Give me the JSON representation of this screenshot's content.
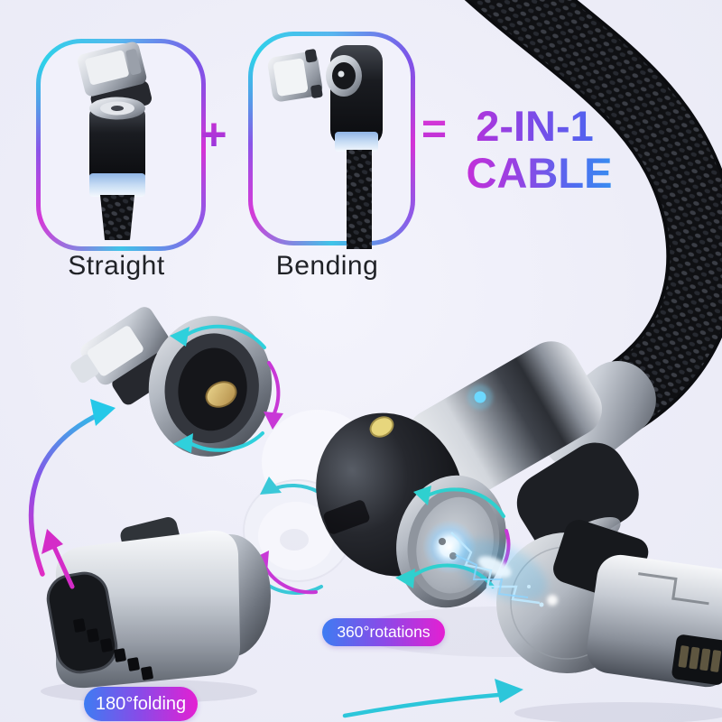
{
  "comparison": {
    "boxes": [
      {
        "label": "Straight"
      },
      {
        "label": "Bending"
      }
    ],
    "plus_sign": "+",
    "equals_sign": "=",
    "result": {
      "line1": "2-IN-1",
      "line2": "CABLE"
    }
  },
  "badges": {
    "rotations": "360°rotations",
    "folding": "180°folding"
  },
  "palette": {
    "background": "#eef0fa",
    "accent_cyan": "#2cc8e0",
    "accent_teal": "#2fd0cf",
    "accent_magenta": "#d92fd4",
    "accent_blue": "#3f7df5",
    "badge_text": "#ffffff",
    "label_text": "#202227",
    "cable_black": "#0f1013",
    "metal_silver": "#c9ced6",
    "gold_pin": "#c9a567",
    "led_blue": "#6cd8ff"
  }
}
